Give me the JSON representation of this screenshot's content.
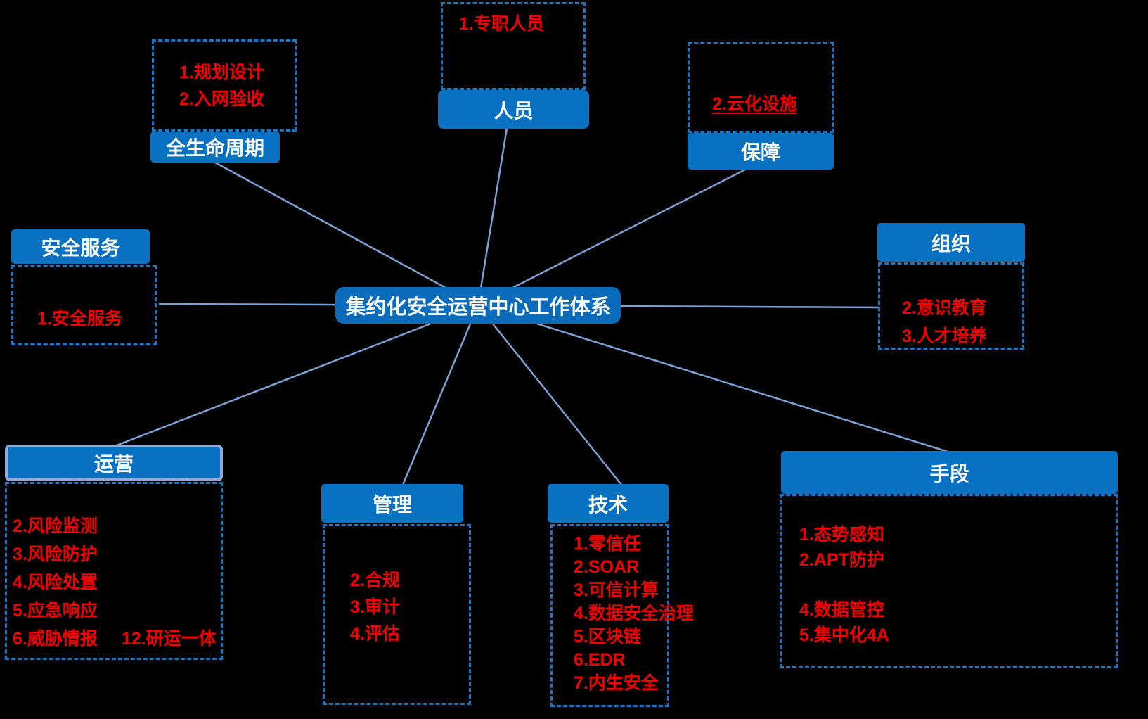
{
  "center": {
    "label": "集约化安全运营中心工作体系"
  },
  "nodes": {
    "lifecycle": {
      "title": "全生命周期",
      "items": [
        "1.规划设计",
        "2.入网验收"
      ]
    },
    "personnel": {
      "title": "人员",
      "items": [
        "1.专职人员"
      ]
    },
    "guarantee": {
      "title": "保障",
      "items": [
        "2.云化设施"
      ]
    },
    "security_service": {
      "title": "安全服务",
      "items": [
        "1.安全服务"
      ]
    },
    "organization": {
      "title": "组织",
      "items": [
        "2.意识教育",
        "3.人才培养"
      ]
    },
    "operation": {
      "title": "运营",
      "items": [
        "2.风险监测",
        "3.风险防护",
        "4.风险处置",
        "5.应急响应",
        "6.威胁情报",
        "12.研运一体"
      ]
    },
    "management": {
      "title": "管理",
      "items": [
        "2.合规",
        "3.审计",
        "4.评估"
      ]
    },
    "technology": {
      "title": "技术",
      "items": [
        "1.零信任",
        "2.SOAR",
        "3.可信计算",
        "4.数据安全治理",
        "5.区块链",
        "6.EDR",
        "7.内生安全"
      ]
    },
    "means": {
      "title": "手段",
      "items": [
        "1.态势感知",
        "2.APT防护",
        "4.数据管控",
        "5.集中化4A"
      ]
    }
  },
  "colors": {
    "background": "#000000",
    "header_blue": "#0971C2",
    "center_blue": "#0B6CBC",
    "dashed_border_blue": "#1777C8",
    "item_red": "#F50000",
    "connector_blue": "#7CA1D6",
    "operation_header_outline": "#93AAD8",
    "header_text": "#FFFFFF"
  }
}
